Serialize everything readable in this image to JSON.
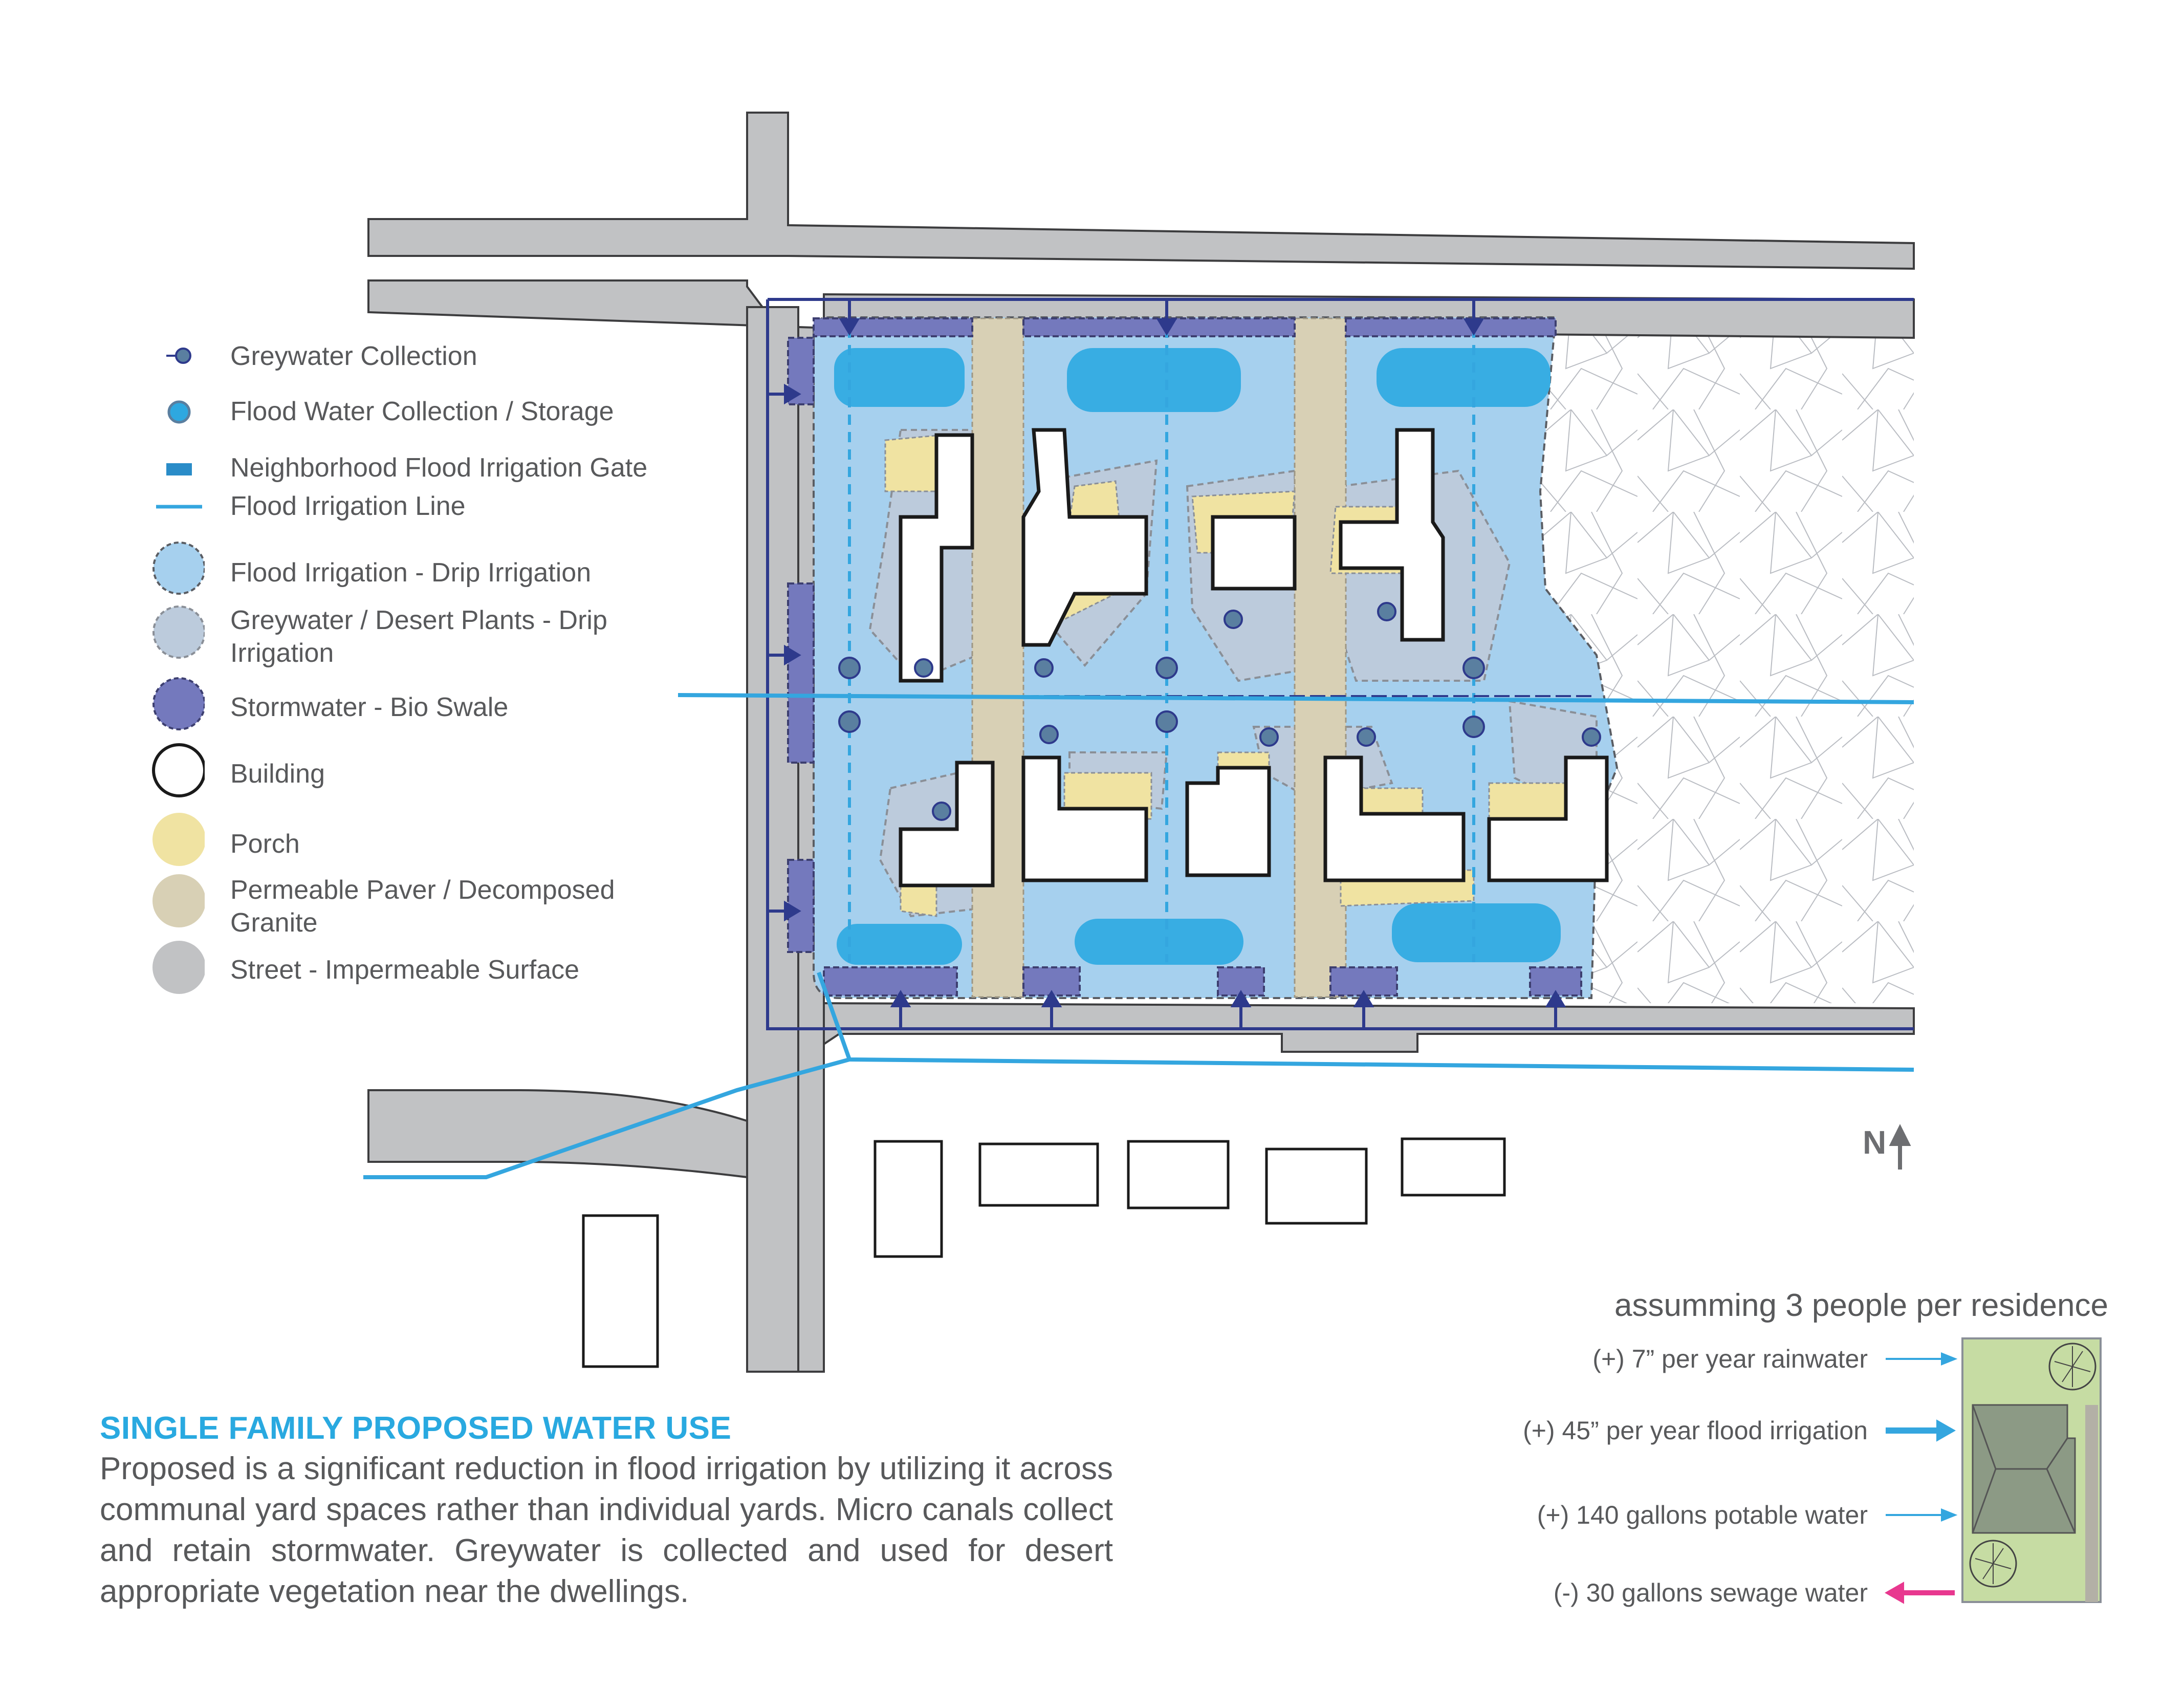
{
  "legend": [
    {
      "key": "greywater_collection",
      "label": "Greywater Collection",
      "color": "#5a7fa0"
    },
    {
      "key": "flood_water_collection",
      "label": "Flood Water Collection / Storage",
      "color": "#2ea8e0"
    },
    {
      "key": "irrigation_gate",
      "label": "Neighborhood Flood Irrigation Gate",
      "color": "#2a8cc8"
    },
    {
      "key": "irrigation_line",
      "label": "Flood Irrigation Line",
      "color": "#34a6df"
    },
    {
      "key": "flood_drip",
      "label": "Flood Irrigation - Drip Irrigation",
      "color": "#a6d0ee"
    },
    {
      "key": "greywater_desert",
      "label": "Greywater / Desert Plants - Drip\nIrrigation",
      "color": "#bccbdc"
    },
    {
      "key": "stormwater",
      "label": "Stormwater - Bio Swale",
      "color": "#7479bd"
    },
    {
      "key": "building",
      "label": "Building",
      "color": "#ffffff"
    },
    {
      "key": "porch",
      "label": "Porch",
      "color": "#f0e3a2"
    },
    {
      "key": "paver",
      "label": "Permeable Paver / Decomposed\nGranite",
      "color": "#d8d0b5"
    },
    {
      "key": "street",
      "label": "Street - Impermeable Surface",
      "color": "#c1c2c4"
    }
  ],
  "north_label": "N",
  "description": {
    "title": "SINGLE FAMILY PROPOSED WATER USE",
    "body": "Proposed is a significant reduction in flood irrigation by utilizing it across communal yard spaces rather than individual yards. Micro canals collect and retain stormwater. Greywater is collected and used for desert appropriate vegetation near the dwellings."
  },
  "water_use": {
    "assumption": "assumming 3 people per residence",
    "items": [
      {
        "label": "(+) 7” per year rainwater",
        "direction": "in",
        "color": "#34a6df"
      },
      {
        "label": "(+) 45” per year flood irrigation",
        "direction": "in",
        "color": "#34a6df"
      },
      {
        "label": "(+) 140 gallons potable water",
        "direction": "in",
        "color": "#34a6df"
      },
      {
        "label": "(-) 30 gallons sewage water",
        "direction": "out",
        "color": "#e8388f"
      }
    ]
  },
  "colors": {
    "street": "#c1c2c4",
    "street_outline": "#3d3d3f",
    "canal": "#2e3a8c",
    "flood_line": "#34a6df",
    "flood_fill": "#a6d0ee",
    "grey_fill": "#bccbdc",
    "storage": "#38ade3",
    "swale": "#7479bd",
    "paver": "#d8d0b5",
    "porch": "#f0e3a2",
    "collection_dot": "#5a7fa0",
    "site_fill": "#c6dca3",
    "site_roof": "#8c9a85"
  }
}
